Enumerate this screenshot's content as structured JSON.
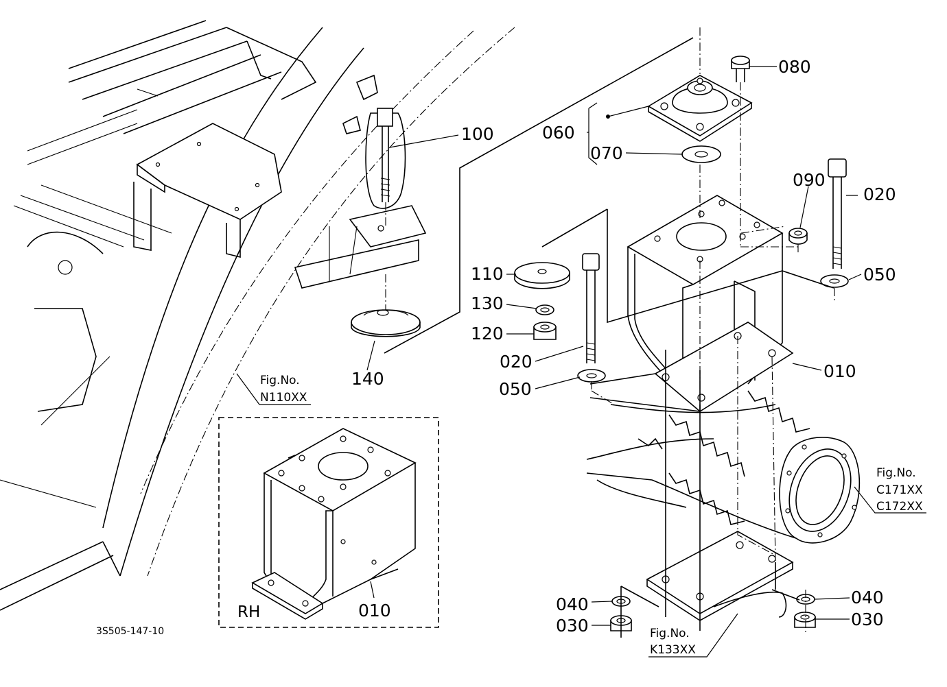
{
  "parts": [
    {
      "id": "part-100",
      "label": "100"
    },
    {
      "id": "part-080",
      "label": "080"
    },
    {
      "id": "part-060",
      "label": "060"
    },
    {
      "id": "part-070",
      "label": "070"
    },
    {
      "id": "part-090",
      "label": "090"
    },
    {
      "id": "part-020-right",
      "label": "020"
    },
    {
      "id": "part-110",
      "label": "110"
    },
    {
      "id": "part-050-right",
      "label": "050"
    },
    {
      "id": "part-130",
      "label": "130"
    },
    {
      "id": "part-120",
      "label": "120"
    },
    {
      "id": "part-020-left",
      "label": "020"
    },
    {
      "id": "part-010",
      "label": "010"
    },
    {
      "id": "part-140",
      "label": "140"
    },
    {
      "id": "part-050-left",
      "label": "050"
    },
    {
      "id": "part-040-left",
      "label": "040"
    },
    {
      "id": "part-030-left",
      "label": "030"
    },
    {
      "id": "part-040-right",
      "label": "040"
    },
    {
      "id": "part-030-right",
      "label": "030"
    },
    {
      "id": "part-010-inset",
      "label": "010"
    }
  ],
  "figure_refs": [
    {
      "id": "fig-n110",
      "prefix": "Fig.No.",
      "codes": [
        "N110XX"
      ]
    },
    {
      "id": "fig-c171",
      "prefix": "Fig.No.",
      "codes": [
        "C171XX",
        "C172XX"
      ]
    },
    {
      "id": "fig-k133",
      "prefix": "Fig.No.",
      "codes": [
        "K133XX"
      ]
    }
  ],
  "inset_label": "RH",
  "drawing_code": "3S505-147-10"
}
